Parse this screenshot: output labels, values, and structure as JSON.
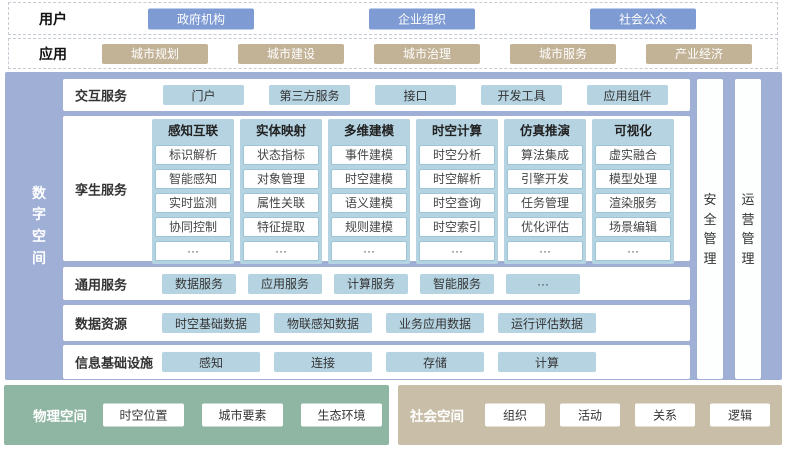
{
  "users_row": {
    "label": "用户",
    "items": [
      "政府机构",
      "企业组织",
      "社会公众"
    ]
  },
  "apps_row": {
    "label": "应用",
    "items": [
      "城市规划",
      "城市建设",
      "城市治理",
      "城市服务",
      "产业经济"
    ]
  },
  "digital_space": {
    "label": "数字空间",
    "interaction_services": {
      "label": "交互服务",
      "items": [
        "门户",
        "第三方服务",
        "接口",
        "开发工具",
        "应用组件"
      ]
    },
    "twin_services": {
      "label": "孪生服务",
      "columns": [
        {
          "title": "感知互联",
          "items": [
            "标识解析",
            "智能感知",
            "实时监测",
            "协同控制",
            "···"
          ]
        },
        {
          "title": "实体映射",
          "items": [
            "状态指标",
            "对象管理",
            "属性关联",
            "特征提取",
            "···"
          ]
        },
        {
          "title": "多维建模",
          "items": [
            "事件建模",
            "时空建模",
            "语义建模",
            "规则建模",
            "···"
          ]
        },
        {
          "title": "时空计算",
          "items": [
            "时空分析",
            "时空解析",
            "时空查询",
            "时空索引",
            "···"
          ]
        },
        {
          "title": "仿真推演",
          "items": [
            "算法集成",
            "引擎开发",
            "任务管理",
            "优化评估",
            "···"
          ]
        },
        {
          "title": "可视化",
          "items": [
            "虚实融合",
            "模型处理",
            "渲染服务",
            "场景编辑",
            "···"
          ]
        }
      ]
    },
    "general_services": {
      "label": "通用服务",
      "items": [
        "数据服务",
        "应用服务",
        "计算服务",
        "智能服务",
        "···"
      ]
    },
    "data_resources": {
      "label": "数据资源",
      "items": [
        "时空基础数据",
        "物联感知数据",
        "业务应用数据",
        "运行评估数据"
      ]
    },
    "infrastructure": {
      "label": "信息基础设施",
      "items": [
        "感知",
        "连接",
        "存储",
        "计算"
      ]
    }
  },
  "side_bars": {
    "security": "安全管理",
    "operations": "运营管理"
  },
  "physical_space": {
    "label": "物理空间",
    "items": [
      "时空位置",
      "城市要素",
      "生态环境"
    ]
  },
  "social_space": {
    "label": "社会空间",
    "items": [
      "组织",
      "活动",
      "关系",
      "逻辑"
    ]
  },
  "colors": {
    "user_button": "#7e9bd3",
    "app_button": "#c2b296",
    "digital_space_bg": "#9fafd6",
    "service_chip": "#b5d3e1",
    "cell_border": "#9cc5d7",
    "physical_space_bg": "#8fb5a3",
    "social_space_bg": "#c9bfa9",
    "dashed_border": "#c6cad3"
  }
}
